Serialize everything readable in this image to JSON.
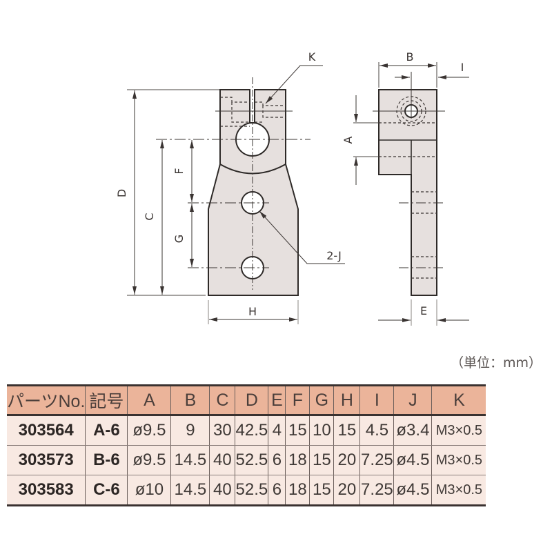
{
  "drawing": {
    "front_view_labels": {
      "K": "K",
      "D": "D",
      "C": "C",
      "F": "F",
      "G": "G",
      "H": "H",
      "hole_callout": "2-J"
    },
    "side_view_labels": {
      "B": "B",
      "I": "I",
      "A": "A",
      "E": "E"
    },
    "colors": {
      "part_fill": "#e6e0de",
      "outline": "#2e2a28",
      "dim_line": "#4a4442"
    }
  },
  "unit_note": "（単位：mm）",
  "table": {
    "headers": [
      "パーツNo.",
      "記号",
      "A",
      "B",
      "C",
      "D",
      "E",
      "F",
      "G",
      "H",
      "I",
      "J",
      "K"
    ],
    "rows": [
      [
        "303564",
        "A-6",
        "ø9.5",
        "9",
        "30",
        "42.5",
        "4",
        "15",
        "10",
        "15",
        "4.5",
        "ø3.4",
        "M3×0.5"
      ],
      [
        "303573",
        "B-6",
        "ø9.5",
        "14.5",
        "40",
        "52.5",
        "6",
        "18",
        "15",
        "20",
        "7.25",
        "ø4.5",
        "M3×0.5"
      ],
      [
        "303583",
        "C-6",
        "ø10",
        "14.5",
        "40",
        "52.5",
        "6",
        "18",
        "15",
        "20",
        "7.25",
        "ø4.5",
        "M3×0.5"
      ]
    ],
    "colors": {
      "header_bg": "#ebb49a",
      "row_bg": "#f8e9e2",
      "border": "#3a3230"
    }
  }
}
